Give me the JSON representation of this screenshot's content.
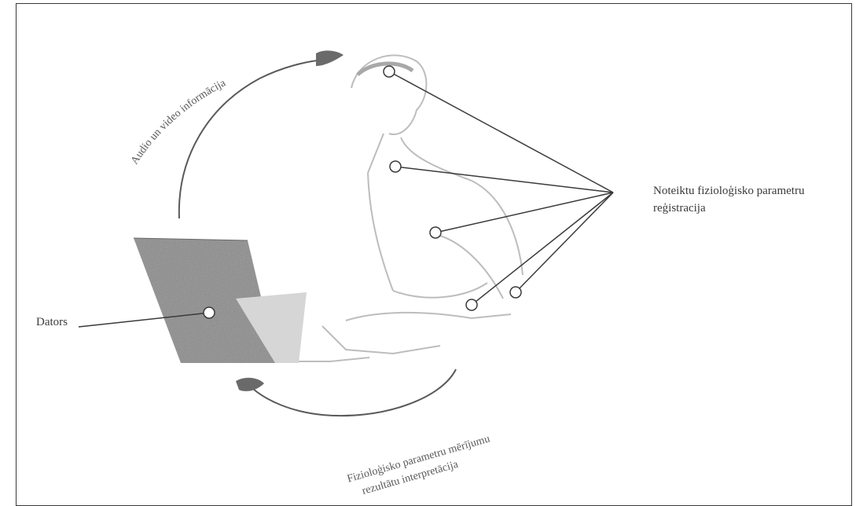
{
  "diagram": {
    "labels": {
      "parameter_registration_line1": "Noteiktu fizioloģisko parametru",
      "parameter_registration_line2": "reģistracija",
      "computer": "Dators",
      "audio_video": "Audio un video informācija",
      "interpretation_line1": "Fizioloģisko parametru mērījumu",
      "interpretation_line2": "rezultātu interpretācija"
    },
    "colors": {
      "line": "#3a3a3a",
      "laptop_screen": "#8c8c8c",
      "figure": "#bdbdbd"
    }
  }
}
